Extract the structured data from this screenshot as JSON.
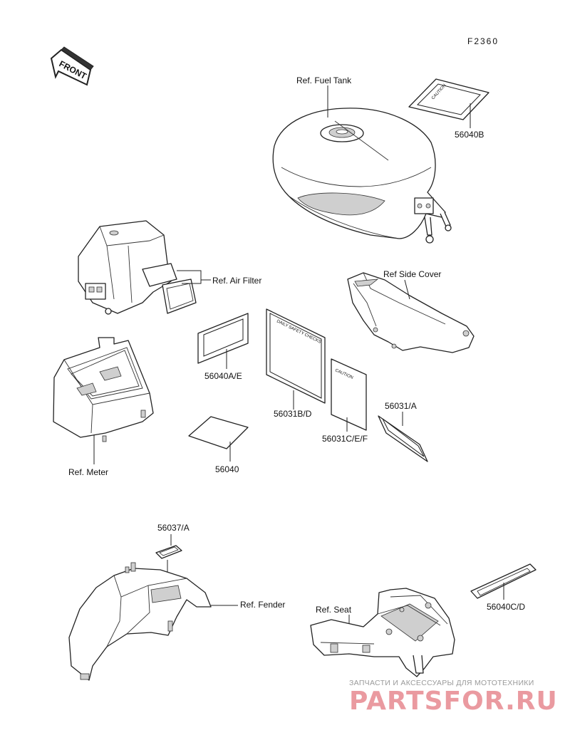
{
  "figure_code": "F2360",
  "front_label": "FRONT",
  "refs": {
    "fuel_tank": "Ref. Fuel Tank",
    "air_filter": "Ref. Air Filter",
    "side_cover": "Ref Side Cover",
    "meter": "Ref. Meter",
    "fender": "Ref. Fender",
    "seat": "Ref. Seat"
  },
  "parts": {
    "p56040B": "56040B",
    "p56040AE": "56040A/E",
    "p56031BD": "56031B/D",
    "p56031CEF": "56031C/E/F",
    "p56031A": "56031/A",
    "p56040": "56040",
    "p56037A": "56037/A",
    "p56040CD": "56040C/D"
  },
  "label_texts": {
    "caution_a": "CAUTION",
    "caution_b": "CAUTION",
    "safety": "DAILY SAFETY CHECKS"
  },
  "watermark": {
    "line1": "ЗАПЧАСТИ И АКСЕССУАРЫ ДЛЯ МОТОТЕХНИКИ",
    "line2": "PARTSFOR.RU"
  }
}
